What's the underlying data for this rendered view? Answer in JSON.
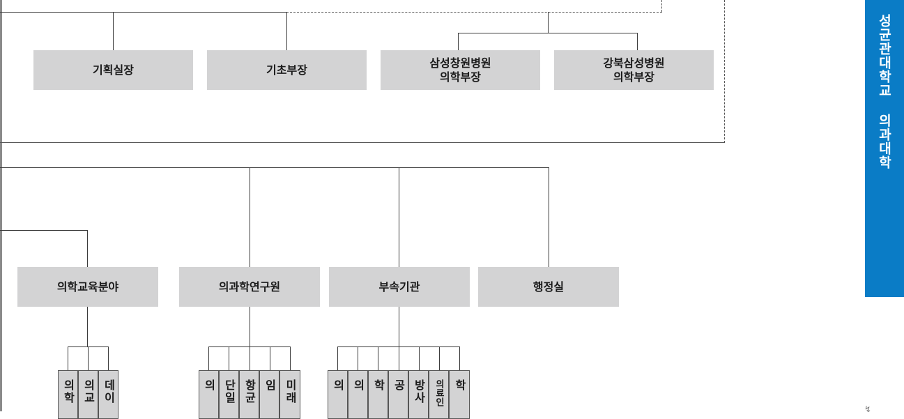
{
  "top_row": {
    "planning": "기획실장",
    "basic": "기초부장",
    "samsung_changwon": "삼성창원병원\n의학부장",
    "kangbuk_samsung": "강북삼성병원\n의학부장"
  },
  "mid_row": {
    "med_edu": "의학교육분야",
    "med_research": "의과학연구원",
    "affiliated": "부속기관",
    "admin": "행정실"
  },
  "edu_children": [
    "의학",
    "의교",
    "데이"
  ],
  "research_children": [
    "의",
    "단일",
    "항균",
    "임",
    "미래"
  ],
  "affiliated_children": [
    "의",
    "의",
    "학",
    "공",
    "방사",
    "의료인",
    "학"
  ],
  "side_banner": {
    "text": "성균관대학교 의과대학"
  },
  "corner_glyph": "↯",
  "colors": {
    "box_fill": "#d3d3d4",
    "banner": "#0a7cc6",
    "line": "#3a3a3a"
  }
}
